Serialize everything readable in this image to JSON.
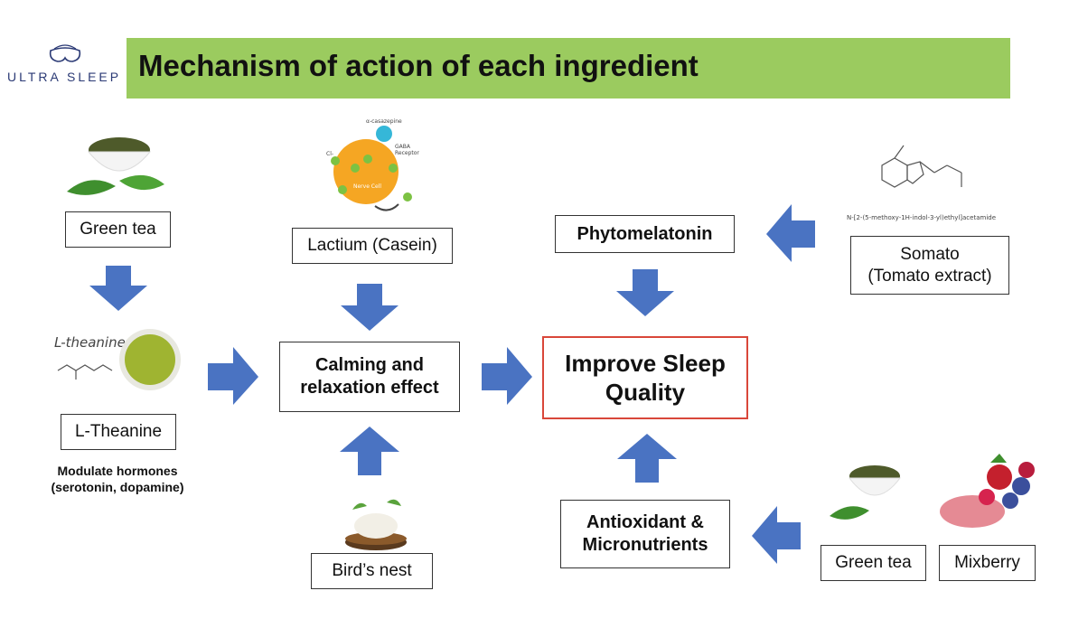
{
  "logo": {
    "text": "ULTRA SLEEP"
  },
  "header": {
    "title": "Mechanism of action of each ingredient"
  },
  "nodes": {
    "green_tea_left": "Green tea",
    "l_theanine": "L-Theanine",
    "l_theanine_script": "L-theanine",
    "modulate_line1": "Modulate hormones",
    "modulate_line2": "(serotonin, dopamine)",
    "lactium": "Lactium (Casein)",
    "calming_line1": "Calming and",
    "calming_line2": "relaxation effect",
    "birds_nest": "Bird’s nest",
    "improve_line1": "Improve Sleep",
    "improve_line2": "Quality",
    "phytomelatonin": "Phytomelatonin",
    "somato_line1": "Somato",
    "somato_line2": "(Tomato extract)",
    "melatonin_caption": "N-[2-(5-methoxy-1H-indol-3-yl)ethyl]acetamide",
    "antioxidant_line1": "Antioxidant &",
    "antioxidant_line2": "Micronutrients",
    "green_tea_right": "Green tea",
    "mixberry": "Mixberry"
  },
  "gaba_labels": {
    "casazepine": "α-casazepine",
    "gaba_receptor_1": "GABA",
    "gaba_receptor_2": "Receptor",
    "nerve_cell": "Nerve Cell",
    "cl": "Cl-"
  },
  "colors": {
    "banner": "#9bcb5f",
    "arrow": "#4a73c2",
    "improve_border": "#d9473a",
    "logo": "#2b3a75"
  }
}
